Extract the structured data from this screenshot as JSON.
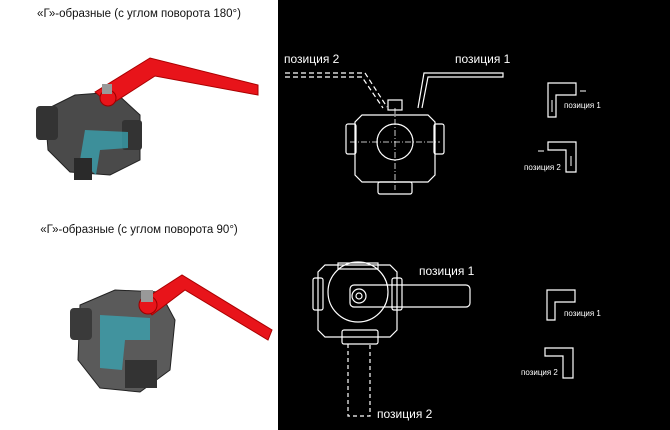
{
  "left_panel": {
    "title_180": "«Г»-образные (с углом поворота 180°)",
    "title_90": "«Г»-образные (с углом поворота 90°)"
  },
  "top_diagram": {
    "label_pos2": "позиция 2",
    "label_pos1": "позиция 1",
    "icon1_label": "позиция 1",
    "icon2_label": "позиция 2"
  },
  "bottom_diagram": {
    "label_pos1": "позиция 1",
    "label_pos2": "позиция 2",
    "icon1_label": "позиция 1",
    "icon2_label": "позиция 2"
  },
  "colors": {
    "handle": "#e8141a",
    "body": "#4a4a4a",
    "flow": "#3aa7b5",
    "drawing_bg": "#000000",
    "lines": "#ffffff"
  }
}
